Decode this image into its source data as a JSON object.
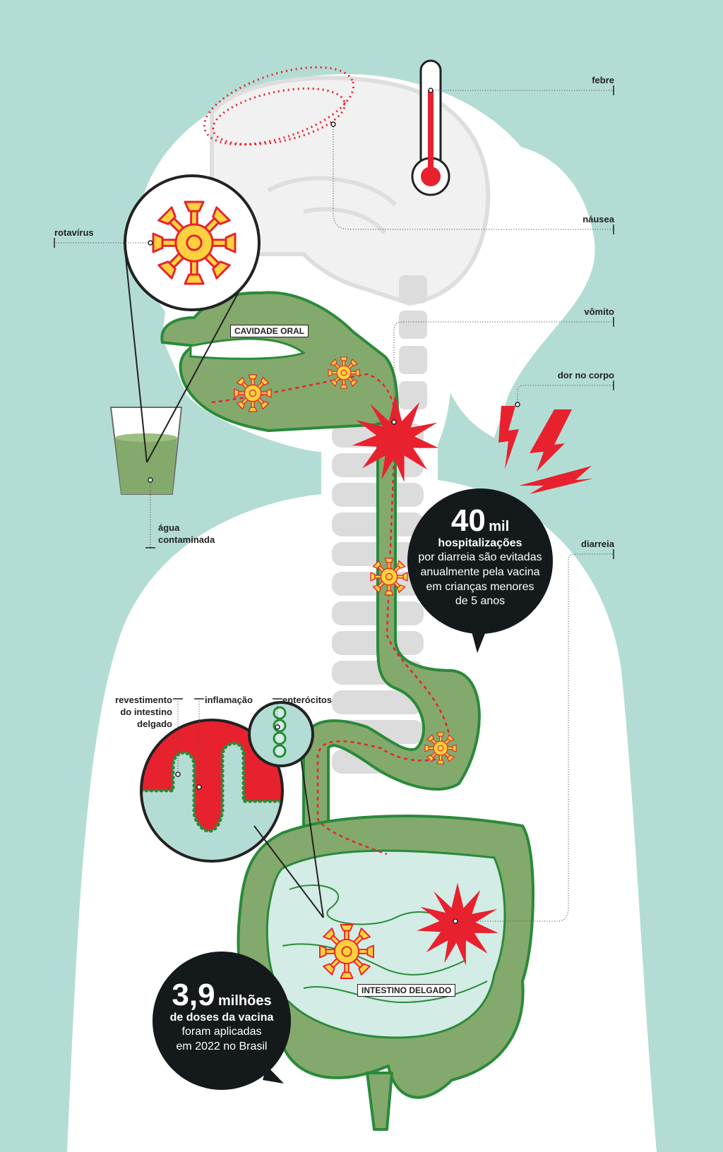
{
  "colors": {
    "background": "#b3ddd4",
    "body": "#ffffff",
    "organ_green": "#84a96c",
    "organ_outline": "#2a8a3a",
    "intestine_light": "#d3ece5",
    "red": "#e8212e",
    "virus_yellow": "#ffd23d",
    "skeleton": "#d9d9d9",
    "dark_bubble": "#14191c"
  },
  "icons": [
    "rotavirus-icon",
    "thermometer-icon",
    "lightning-icon",
    "burst-icon",
    "water-glass-icon"
  ],
  "labels": {
    "febre": "febre",
    "nausea": "náusea",
    "vomito": "vômito",
    "dor_no_corpo": "dor no corpo",
    "diarreia": "diarreia",
    "rotavirus": "rotavírus",
    "agua_line1": "água",
    "agua_line2": "contaminada",
    "revestimento_line1": "revestimento",
    "revestimento_line2": "do intestino",
    "revestimento_line3": "delgado",
    "inflamacao": "inflamação",
    "enterocitos": "enterócitos",
    "cavidade_oral": "CAVIDADE ORAL",
    "intestino_delgado": "INTESTINO DELGADO"
  },
  "stats": {
    "hospital": {
      "number": "40",
      "unit": "mil",
      "subtitle": "hospitalizações",
      "line1": "por diarreia são evitadas",
      "line2": "anualmente pela vacina",
      "line3": "em crianças menores",
      "line4": "de 5 anos"
    },
    "doses": {
      "number": "3,9",
      "unit": "milhões",
      "subtitle": "de doses da vacina",
      "line1": "foram aplicadas",
      "line2": "em 2022 no Brasil"
    }
  }
}
